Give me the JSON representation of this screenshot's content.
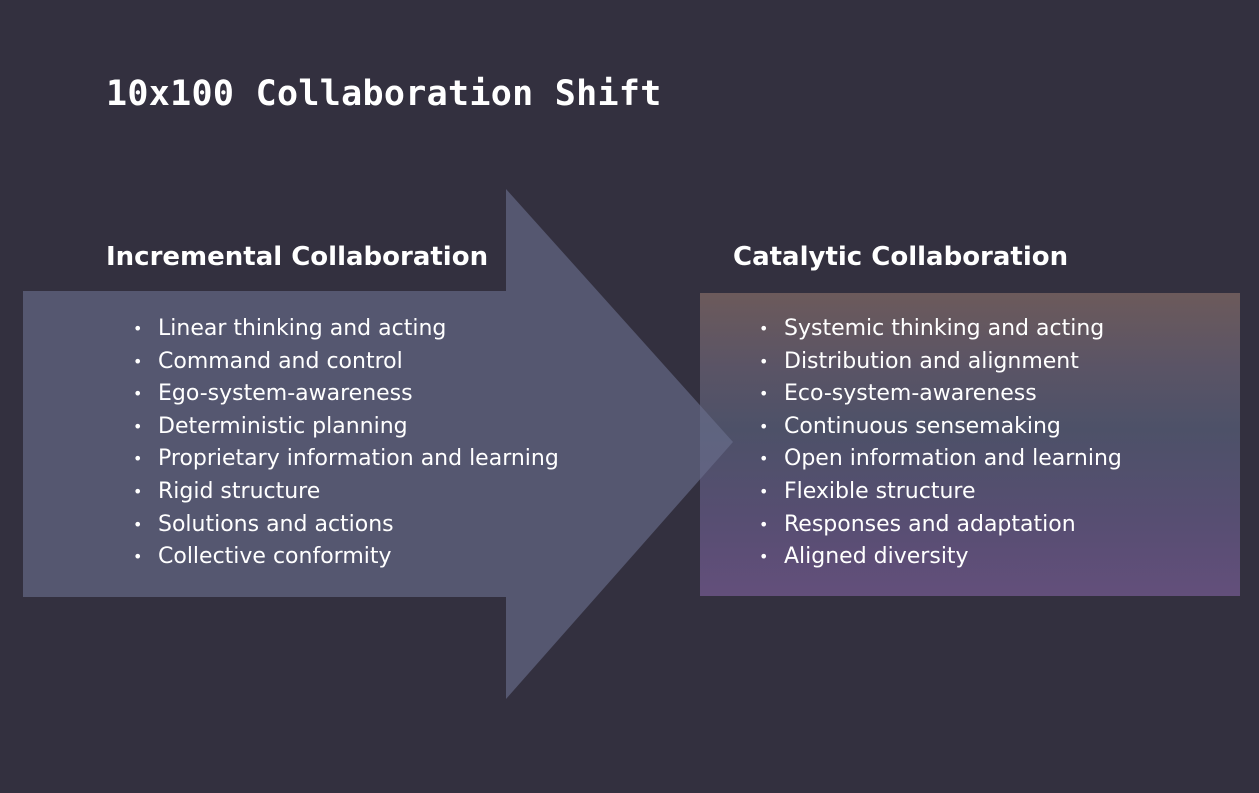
{
  "title": "10x100 Collaboration Shift",
  "left": {
    "heading": "Incremental Collaboration",
    "items": [
      "Linear thinking and acting",
      "Command and control",
      "Ego-system-awareness",
      "Deterministic planning",
      "Proprietary information and learning",
      "Rigid structure",
      "Solutions and actions",
      "Collective conformity"
    ]
  },
  "right": {
    "heading": "Catalytic Collaboration",
    "items": [
      "Systemic thinking and acting",
      "Distribution and alignment",
      "Eco-system-awareness",
      "Continuous sensemaking",
      "Open information and learning",
      "Flexible structure",
      "Responses and adaptation",
      "Aligned diversity"
    ]
  },
  "colors": {
    "background": "#33303f",
    "arrow": "#565a74",
    "right_box_top": "#6c5a5b",
    "right_box_bottom": "#634f7b",
    "text": "#ffffff"
  }
}
